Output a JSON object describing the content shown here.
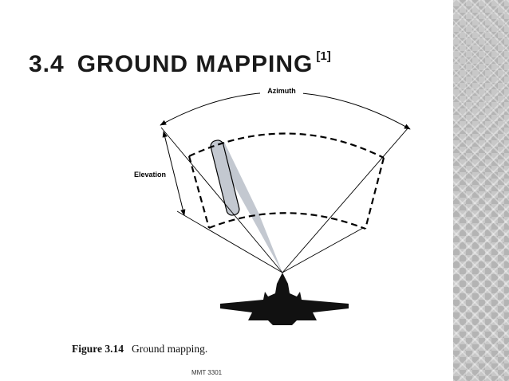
{
  "slide": {
    "title_number": "3.4",
    "title_text": "GROUND MAPPING",
    "title_ref": "[1]",
    "footer": "MMT 3301"
  },
  "figure": {
    "azimuth_label": "Azimuth",
    "elevation_label": "Elevation",
    "caption_number": "Figure 3.14",
    "caption_text": "Ground mapping."
  },
  "colors": {
    "beam_fill": "#c3c8d0",
    "line": "#000000",
    "sidebar": "#c4c4c4"
  },
  "icons": {
    "aircraft": "fighter-jet-silhouette-icon"
  }
}
